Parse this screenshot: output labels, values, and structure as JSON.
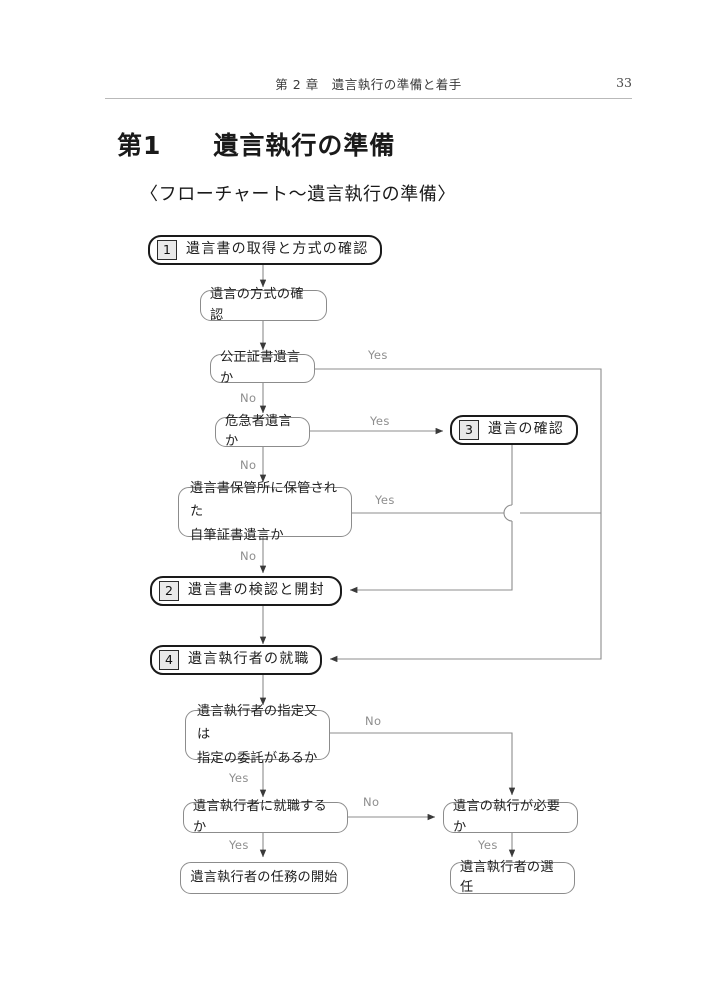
{
  "header": {
    "chapter": "第 2 章　遺言執行の準備と着手",
    "page_number": "33"
  },
  "headings": {
    "section": "第1　　遺言執行の準備",
    "subsection": "〈フローチャート〜遺言執行の準備〉"
  },
  "chart_data": {
    "type": "diagram",
    "title": "〈フローチャート〜遺言執行の準備〉",
    "nodes": [
      {
        "id": "n1",
        "kind": "numbered-step",
        "number": "1",
        "label": "遺言書の取得と方式の確認"
      },
      {
        "id": "n2",
        "kind": "step",
        "label": "遺言の方式の確認"
      },
      {
        "id": "n3",
        "kind": "decision",
        "label": "公正証書遺言か"
      },
      {
        "id": "n4",
        "kind": "decision",
        "label": "危急者遺言か"
      },
      {
        "id": "n5",
        "kind": "numbered-step",
        "number": "3",
        "label": "遺言の確認"
      },
      {
        "id": "n6",
        "kind": "decision",
        "label": "遺言書保管所に保管された\n自筆証書遺言か"
      },
      {
        "id": "n7",
        "kind": "numbered-step",
        "number": "2",
        "label": "遺言書の検認と開封"
      },
      {
        "id": "n8",
        "kind": "numbered-step",
        "number": "4",
        "label": "遺言執行者の就職"
      },
      {
        "id": "n9",
        "kind": "decision",
        "label": "遺言執行者の指定又は\n指定の委託があるか"
      },
      {
        "id": "n10",
        "kind": "decision",
        "label": "遺言執行者に就職するか"
      },
      {
        "id": "n11",
        "kind": "decision",
        "label": "遺言の執行が必要か"
      },
      {
        "id": "n12",
        "kind": "step",
        "label": "遺言執行者の任務の開始"
      },
      {
        "id": "n13",
        "kind": "step",
        "label": "遺言執行者の選任"
      }
    ],
    "edges": [
      {
        "from": "n2",
        "to": "n3",
        "label": ""
      },
      {
        "from": "n3",
        "to": "n8",
        "label": "Yes"
      },
      {
        "from": "n3",
        "to": "n4",
        "label": "No"
      },
      {
        "from": "n4",
        "to": "n5",
        "label": "Yes"
      },
      {
        "from": "n4",
        "to": "n6",
        "label": "No"
      },
      {
        "from": "n5",
        "to": "n7",
        "label": ""
      },
      {
        "from": "n6",
        "to": "n8",
        "label": "Yes"
      },
      {
        "from": "n6",
        "to": "n7",
        "label": "No"
      },
      {
        "from": "n7",
        "to": "n8",
        "label": ""
      },
      {
        "from": "n8",
        "to": "n9",
        "label": ""
      },
      {
        "from": "n9",
        "to": "n11",
        "label": "No"
      },
      {
        "from": "n9",
        "to": "n10",
        "label": "Yes"
      },
      {
        "from": "n10",
        "to": "n11",
        "label": "No"
      },
      {
        "from": "n10",
        "to": "n12",
        "label": "Yes"
      },
      {
        "from": "n11",
        "to": "n13",
        "label": "Yes"
      }
    ],
    "edge_labels": {
      "yes_koseishosho": "Yes",
      "no_koseishosho": "No",
      "yes_kikyusha": "Yes",
      "no_kikyusha": "No",
      "yes_hokansho": "Yes",
      "no_hokansho": "No",
      "no_shitei": "No",
      "yes_shitei": "Yes",
      "no_shushoku": "No",
      "yes_shushoku": "Yes",
      "yes_hitsuyo": "Yes"
    },
    "colors": {
      "line": "#8c8c8c",
      "thick_border": "#1a1a1a",
      "number_fill": "#e9e9e9",
      "label_text": "#8d8d8d",
      "body_text": "#1f1f1f"
    }
  }
}
